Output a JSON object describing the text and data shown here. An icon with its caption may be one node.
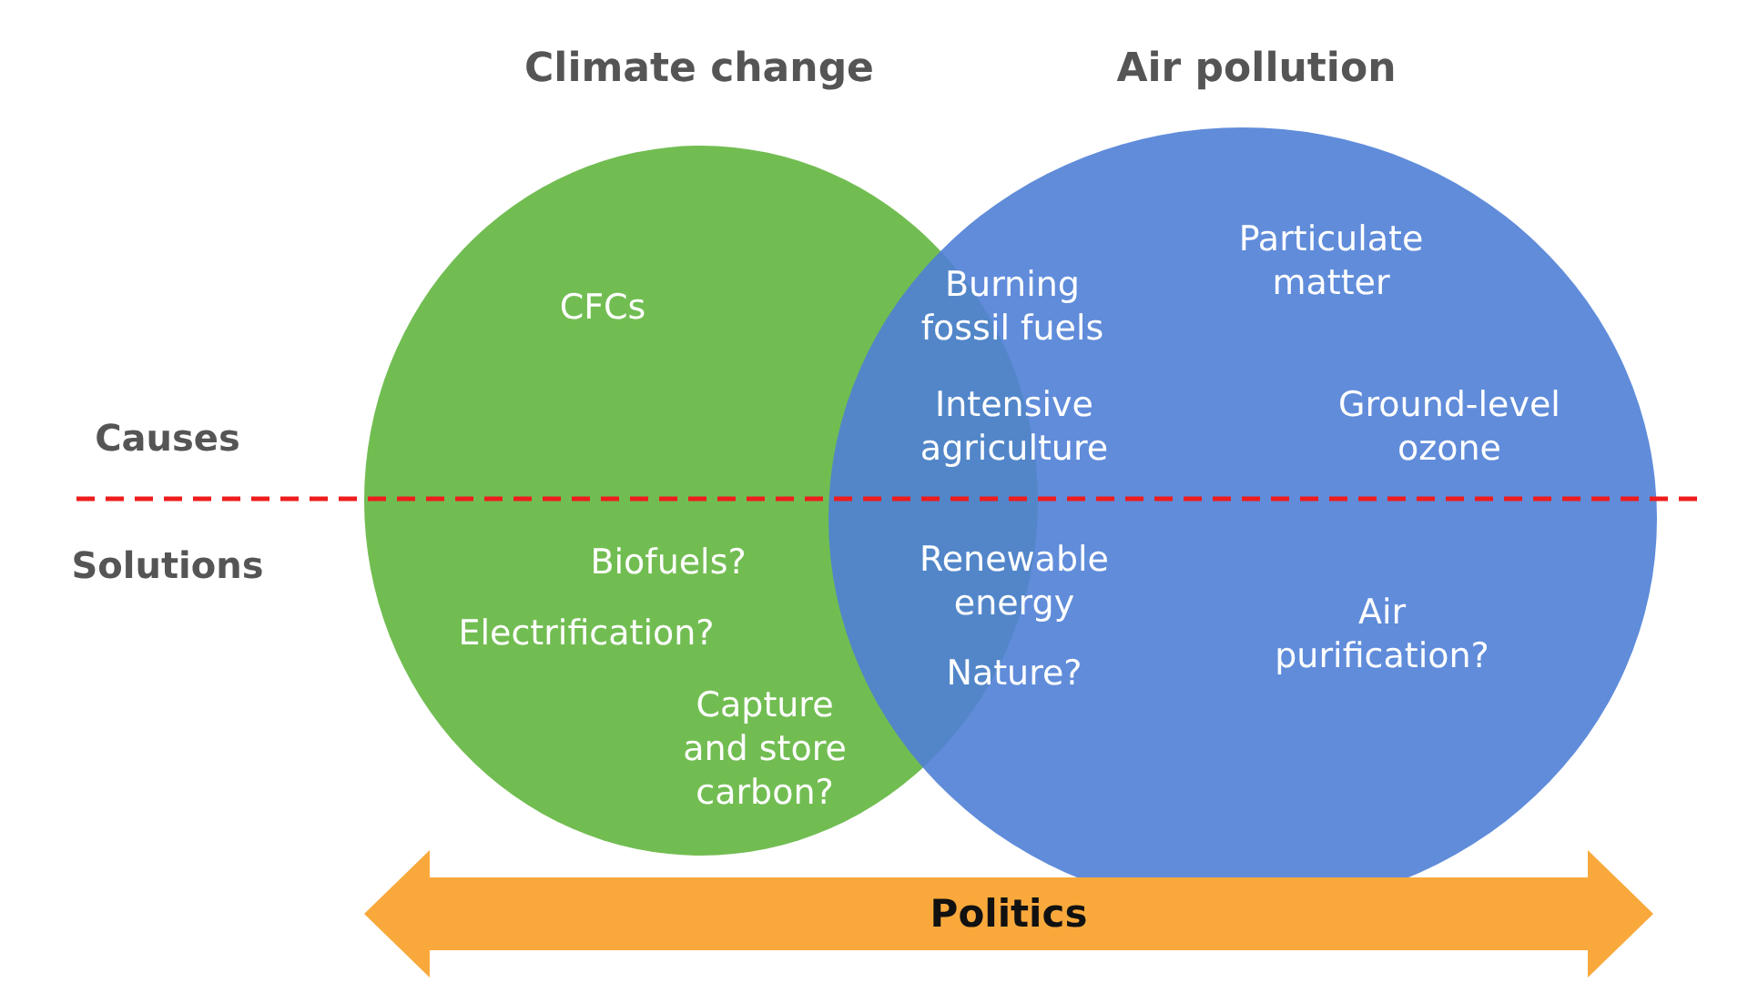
{
  "diagram": {
    "nodes": [
      {
        "text": [
          "Climate change",
          "CFCs",
          "Biofuels?",
          "Electrification?",
          "Capture and store carbon?"
        ]
      },
      {
        "text": [
          "Air pollution",
          "Particulate matter",
          "Ground-level ozone",
          "Air purification?"
        ]
      },
      {
        "text": [
          "Politics"
        ]
      }
    ],
    "edges": [],
    "labels": [
      "Causes",
      "Burning fossil fuels",
      "Intensive agriculture",
      "Solutions",
      "Renewable energy",
      "Nature?"
    ]
  }
}
